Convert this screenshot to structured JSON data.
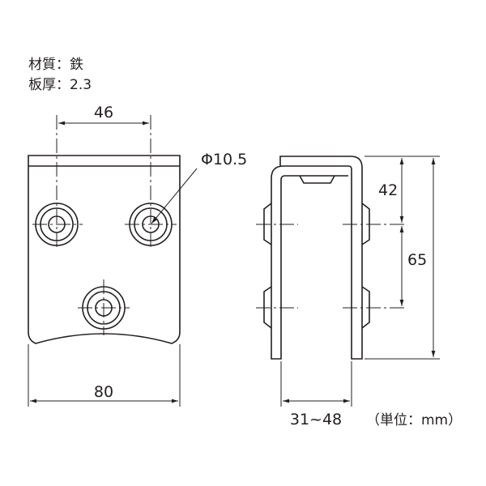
{
  "notes": {
    "material": "材質：鉄",
    "thickness": "板厚：2.3"
  },
  "dimensions": {
    "hole_pitch": "46",
    "hole_diameter": "Φ10.5",
    "width": "80",
    "upper_height": "42",
    "total_height": "65",
    "clamp_range": "31~48"
  },
  "units": "（単位：mm）",
  "colors": {
    "line": "#231f20",
    "background": "#ffffff"
  }
}
